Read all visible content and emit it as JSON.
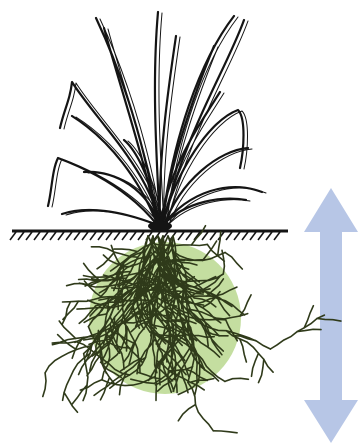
{
  "colors": {
    "background": "#ffffff",
    "ink": "#141414",
    "root_zone_fill": "#c4dea0",
    "root_stroke": "#2f3a1a",
    "arrow_fill": "#b7c6e6"
  },
  "illustration": {
    "subject": "grass-plant-with-root-system",
    "elements": [
      "leaf-blades",
      "soil-surface-line",
      "soil-hatching",
      "fibrous-roots",
      "root-zone-circle",
      "depth-arrow"
    ],
    "arrow_direction": "double-headed-vertical"
  }
}
